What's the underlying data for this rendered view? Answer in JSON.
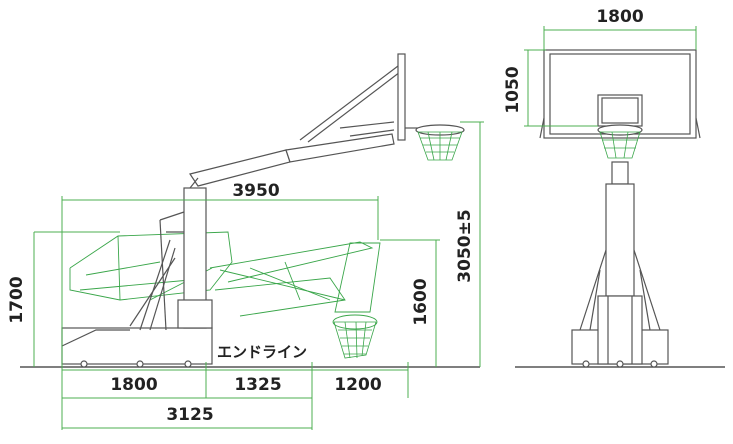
{
  "labels": {
    "end_line": "エンドライン"
  },
  "dimensions": {
    "reach_top": "3950",
    "height_folded": "1700",
    "height_rim_folded": "1600",
    "rim_height": "3050±5",
    "base_length": "1800",
    "span_1325": "1325",
    "span_1200": "1200",
    "total_3125": "3125",
    "backboard_width": "1800",
    "backboard_height": "1050"
  },
  "colors": {
    "dimension_line": "#4caf50",
    "equipment_outline": "#555555",
    "folded_ghost": "#3aa64a",
    "text": "#222222"
  }
}
